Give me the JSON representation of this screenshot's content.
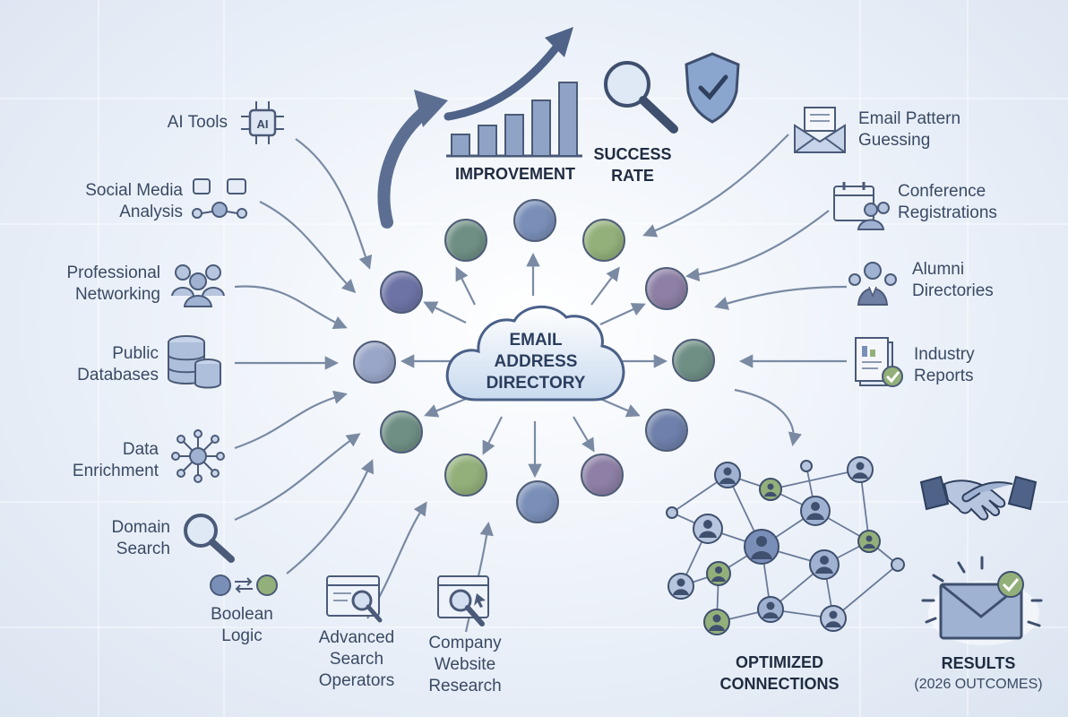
{
  "center": {
    "lines": [
      "EMAIL",
      "ADDRESS",
      "DIRECTORY"
    ]
  },
  "sources_left": [
    {
      "id": "ai-tools",
      "lines": [
        "AI Tools"
      ],
      "icon": "ai-chip-icon"
    },
    {
      "id": "social-media-analysis",
      "lines": [
        "Social Media",
        "Analysis"
      ],
      "icon": "social-media-icon"
    },
    {
      "id": "professional-networking",
      "lines": [
        "Professional",
        "Networking"
      ],
      "icon": "people-group-icon"
    },
    {
      "id": "public-databases",
      "lines": [
        "Public",
        "Databases"
      ],
      "icon": "database-icon"
    },
    {
      "id": "data-enrichment",
      "lines": [
        "Data",
        "Enrichment"
      ],
      "icon": "network-hub-icon"
    },
    {
      "id": "domain-search",
      "lines": [
        "Domain",
        "Search"
      ],
      "icon": "magnifier-icon"
    },
    {
      "id": "boolean-logic",
      "lines": [
        "Boolean",
        "Logic"
      ],
      "icon": "boolean-toggle-icon"
    }
  ],
  "sources_bottom": [
    {
      "id": "advanced-search-operators",
      "lines": [
        "Advanced",
        "Search",
        "Operators"
      ],
      "icon": "browser-search-icon"
    },
    {
      "id": "company-website-research",
      "lines": [
        "Company",
        "Website",
        "Research"
      ],
      "icon": "website-magnifier-icon"
    }
  ],
  "sources_right": [
    {
      "id": "email-pattern-guessing",
      "lines": [
        "Email Pattern",
        "Guessing"
      ],
      "icon": "envelope-icon"
    },
    {
      "id": "conference-registrations",
      "lines": [
        "Conference",
        "Registrations"
      ],
      "icon": "calendar-people-icon"
    },
    {
      "id": "alumni-directories",
      "lines": [
        "Alumni",
        "Directories"
      ],
      "icon": "alumni-people-icon"
    },
    {
      "id": "industry-reports",
      "lines": [
        "Industry",
        "Reports"
      ],
      "icon": "report-document-icon"
    }
  ],
  "top": {
    "improvement": "IMPROVEMENT",
    "success_rate": [
      "SUCCESS",
      "RATE"
    ]
  },
  "outcomes": {
    "optimized": [
      "OPTIMIZED",
      "CONNECTIONS"
    ],
    "results": "RESULTS",
    "results_sub": "(2026 OUTCOMES)"
  },
  "colors": {
    "node_purple": "#6e73a6",
    "node_blue": "#7a8fb8",
    "node_green": "#6f8f85",
    "node_lime": "#93b07a",
    "node_mauve": "#8d7fa5",
    "node_lavender": "#9aa6c8",
    "arrow": "#7a8aa3",
    "text": "#3a4a64"
  }
}
